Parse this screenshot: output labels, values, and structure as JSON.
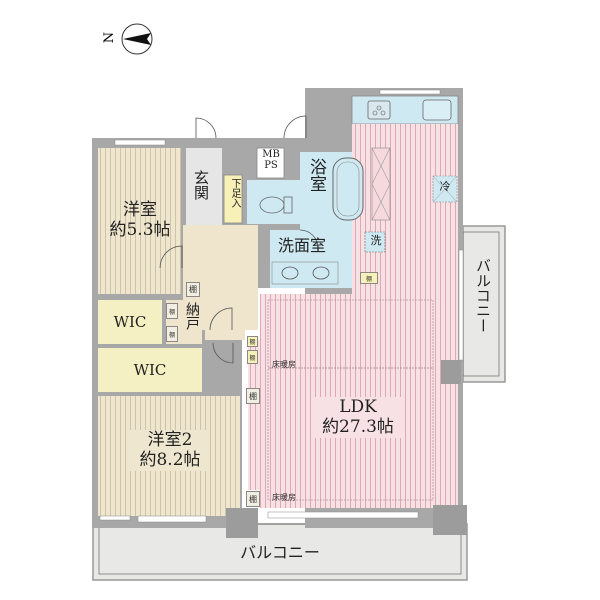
{
  "compass": {
    "label": "N",
    "icon": "north-arrow-icon"
  },
  "rooms": {
    "western_room_1": {
      "name": "洋室",
      "size": "約5.3帖"
    },
    "western_room_2": {
      "name": "洋室2",
      "size": "約8.2帖"
    },
    "entrance": {
      "name": "玄関"
    },
    "shoe_closet": {
      "name": "下足入"
    },
    "mbps": {
      "line1": "MB",
      "line2": "PS"
    },
    "bathroom": {
      "name": "浴室"
    },
    "washroom": {
      "name": "洗面室"
    },
    "washer": {
      "label": "洗"
    },
    "fridge": {
      "label": "冷"
    },
    "wic_1": {
      "name": "WIC"
    },
    "wic_2": {
      "name": "WIC"
    },
    "storage": {
      "name": "納戸"
    },
    "ldk": {
      "name": "LDK",
      "size": "約27.3帖"
    },
    "balcony_side": {
      "name": "バルコニー"
    },
    "balcony_bottom": {
      "name": "バルコニー"
    }
  },
  "labels": {
    "shelf": "棚",
    "floor_heating": "床暖房"
  },
  "colors": {
    "wall": "#a8a8a8",
    "western_floor": "#efe6cf",
    "western_stripe": "#c9b99a",
    "ldk_floor": "#f8dfe3",
    "ldk_stripe": "#d9a3ad",
    "wet_area": "#cfe9f2",
    "hall": "#efe4cc",
    "entrance": "#e8e8e8",
    "wic": "#f5efc4",
    "balcony": "#ececea"
  }
}
